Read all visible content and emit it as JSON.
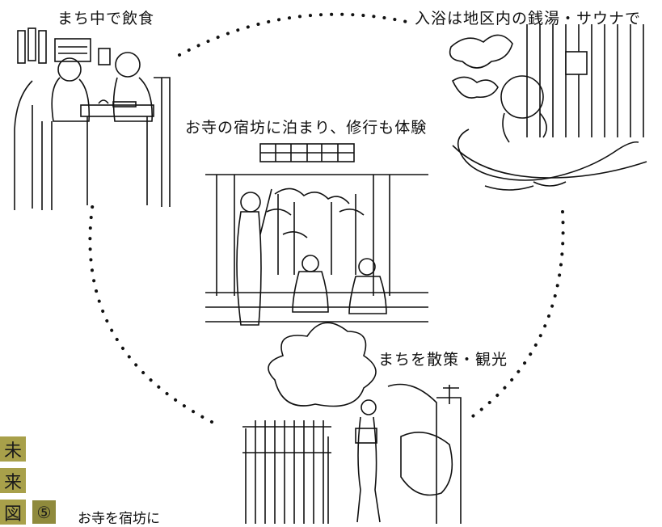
{
  "labels": {
    "eating": "まち中で飲食",
    "bath": "入浴は地区内の銭湯・サウナで",
    "temple": "お寺の宿坊に泊まり、修行も体験",
    "walk": "まちを散策・観光"
  },
  "figure_tag": {
    "chars": [
      "未",
      "来",
      "図"
    ],
    "number": "⑤",
    "caption": "お寺を宿坊に",
    "badge_color": "#a8a04a",
    "badge_color_dark": "#8f8a3c"
  }
}
